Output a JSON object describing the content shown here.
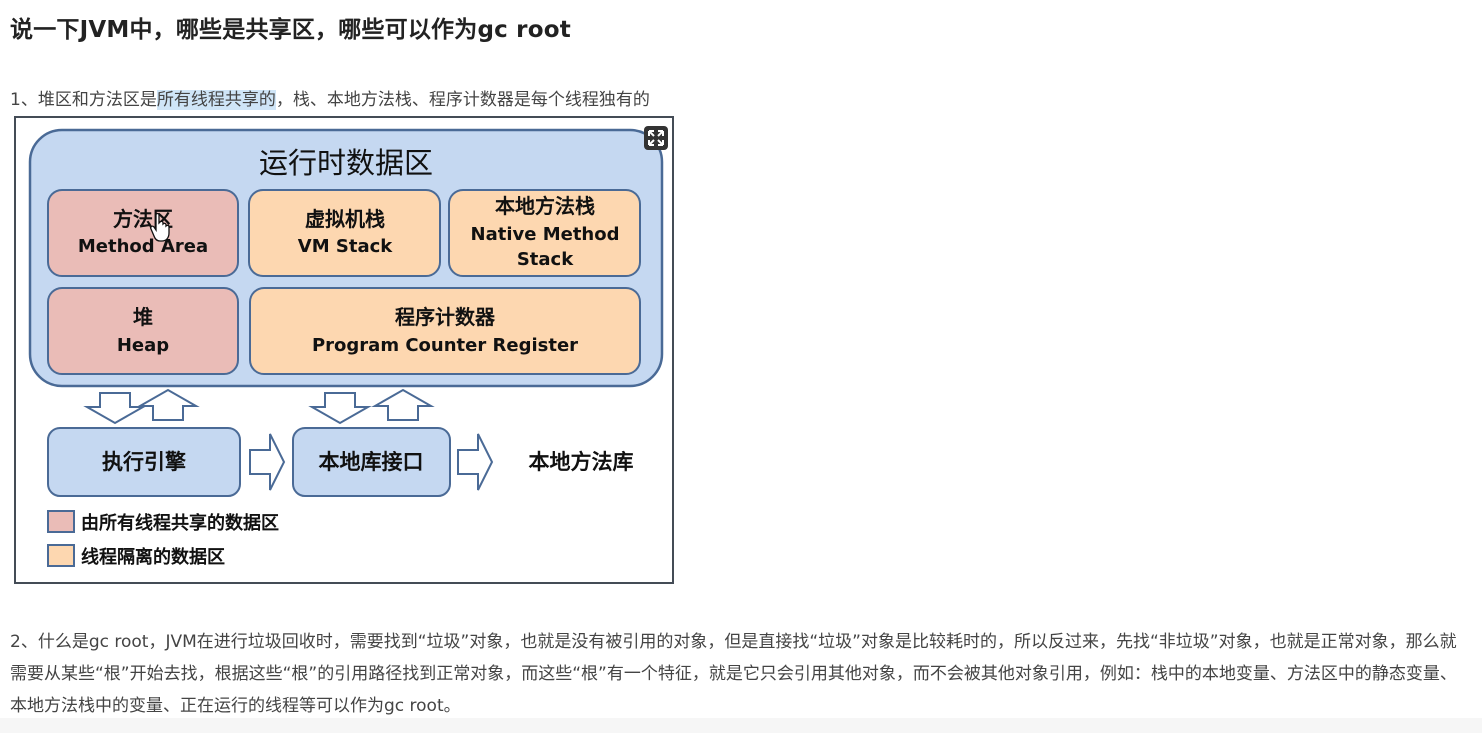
{
  "title": "说一下JVM中，哪些是共享区，哪些可以作为gc root",
  "para1": {
    "prefix": "1、堆区和方法区是",
    "highlight": "所有线程共享的",
    "suffix": "，栈、本地方法栈、程序计数器是每个线程独有的"
  },
  "figure": {
    "runtime_area_title": "运行时数据区",
    "method_area": {
      "cn": "方法区",
      "en": "Method Area"
    },
    "vm_stack": {
      "cn": "虚拟机栈",
      "en": "VM Stack"
    },
    "native_stack": {
      "cn": "本地方法栈",
      "en1": "Native Method",
      "en2": "Stack"
    },
    "heap": {
      "cn": "堆",
      "en": "Heap"
    },
    "pc_register": {
      "cn": "程序计数器",
      "en": "Program Counter Register"
    },
    "exec_engine": "执行引擎",
    "native_interface": "本地库接口",
    "native_library": "本地方法库",
    "legend": [
      {
        "label": "由所有线程共享的数据区",
        "color": "#eabcb7"
      },
      {
        "label": "线程隔离的数据区",
        "color": "#fdd7b0"
      }
    ],
    "colors": {
      "runtime_bg": "#c5d8f1",
      "shared": "#eabcb7",
      "isolated": "#fdd7b0",
      "stroke": "#4a6a96"
    }
  },
  "para2": "2、什么是gc root，JVM在进行垃圾回收时，需要找到“垃圾”对象，也就是没有被引用的对象，但是直接找“垃圾”对象是比较耗时的，所以反过来，先找“非垃圾”对象，也就是正常对象，那么就需要从某些“根”开始去找，根据这些“根”的引用路径找到正常对象，而这些“根”有一个特征，就是它只会引用其他对象，而不会被其他对象引用，例如：栈中的本地变量、方法区中的静态变量、本地方法栈中的变量、正在运行的线程等可以作为gc root。",
  "icons": {
    "expand": "expand-icon",
    "cursor": "hand-cursor-icon"
  }
}
